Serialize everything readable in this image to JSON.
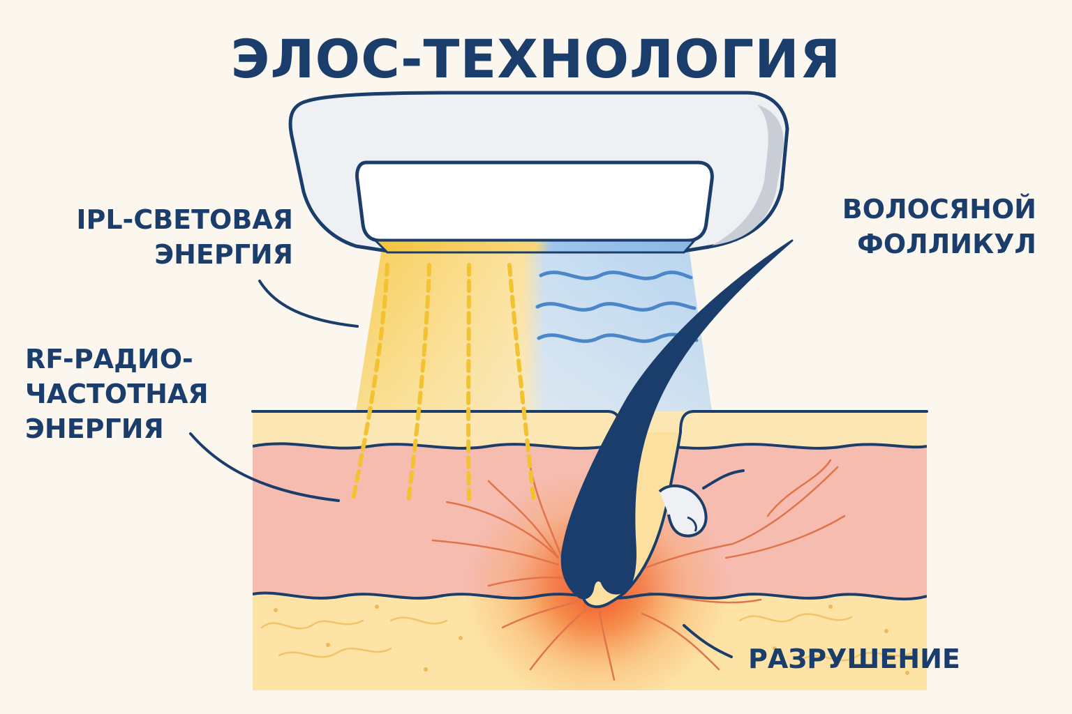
{
  "title": "ЭЛОС-ТЕХНОЛОГИЯ",
  "labels": {
    "ipl_line1": "IPL-СВЕТОВАЯ",
    "ipl_line2": "ЭНЕРГИЯ",
    "rf_line1": "RF-РАДИО-",
    "rf_line2": "ЧАСТОТНАЯ",
    "rf_line3": "ЭНЕРГИЯ",
    "follicle_line1": "ВОЛОСЯНОЙ",
    "follicle_line2": "ФОЛЛИКУЛ",
    "destruction": "РАЗРУШЕНИЕ"
  },
  "colors": {
    "background": "#fbf6ee",
    "outline": "#1a3d6b",
    "device": "#eef0f4",
    "ipl_light": "#f7c948",
    "rf_wave": "#4a86c8",
    "rf_beam": "#a9cdee",
    "epidermis": "#fce7b4",
    "dermis": "#f6bcb0",
    "hypodermis": "#fde3a6",
    "heat": "#f05a28",
    "vessel": "#e0734a"
  }
}
